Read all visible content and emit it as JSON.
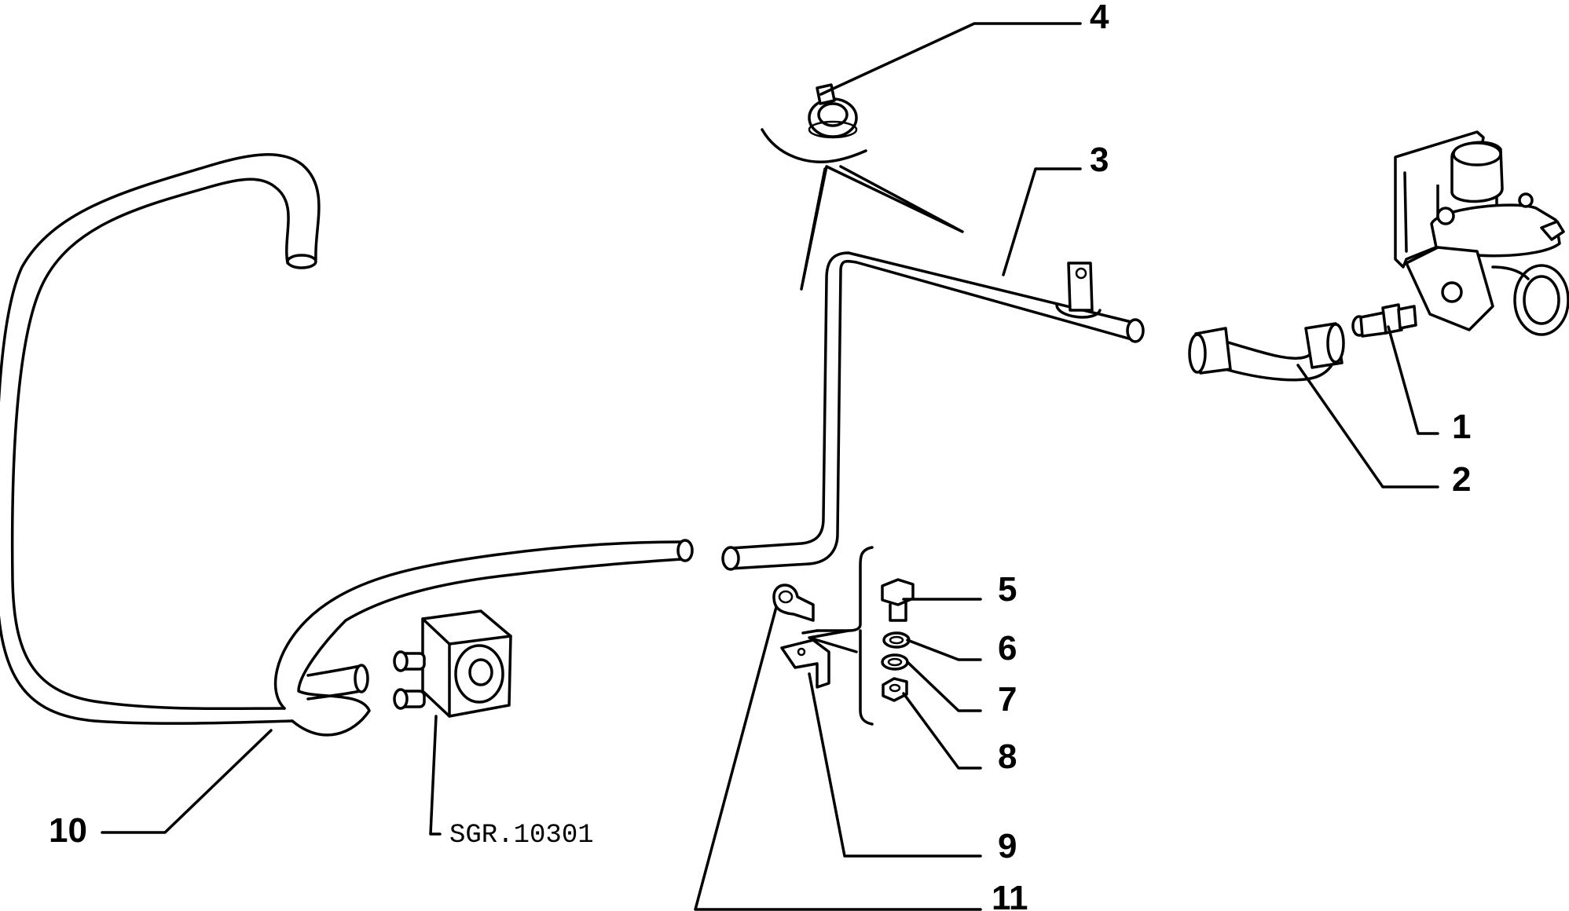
{
  "diagram": {
    "reference": "SGR.10301",
    "callouts": [
      {
        "id": "1",
        "label": "1",
        "part": "union-bolt"
      },
      {
        "id": "2",
        "label": "2",
        "part": "short-hose"
      },
      {
        "id": "3",
        "label": "3",
        "part": "metal-pipe"
      },
      {
        "id": "4",
        "label": "4",
        "part": "hose-clamp"
      },
      {
        "id": "5",
        "label": "5",
        "part": "bolt"
      },
      {
        "id": "6",
        "label": "6",
        "part": "washer"
      },
      {
        "id": "7",
        "label": "7",
        "part": "spring-washer"
      },
      {
        "id": "8",
        "label": "8",
        "part": "nut"
      },
      {
        "id": "9",
        "label": "9",
        "part": "bracket"
      },
      {
        "id": "10",
        "label": "10",
        "part": "long-hose"
      },
      {
        "id": "11",
        "label": "11",
        "part": "pipe-clip"
      }
    ]
  }
}
